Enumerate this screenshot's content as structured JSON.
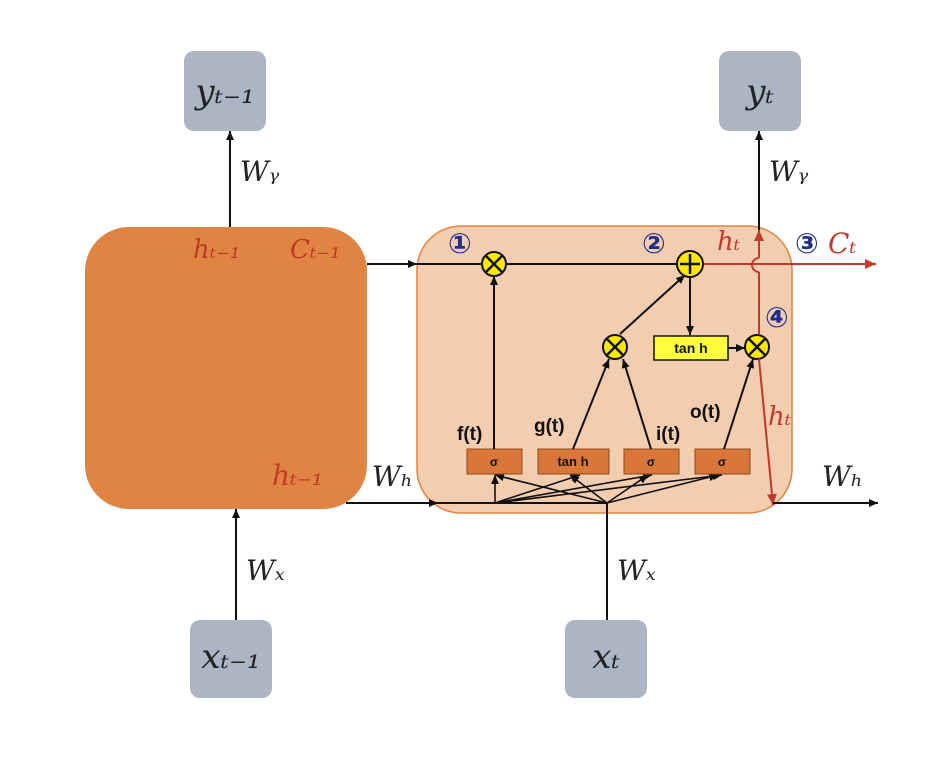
{
  "colors": {
    "prev_cell_fill": "#E08443",
    "cell_fill": "#F2CDB0",
    "cell_stroke": "#E08443",
    "gate_fill": "#D9773A",
    "io_box_fill": "#ABB5C4",
    "accent_red": "#C0392B",
    "tanh_fill": "#FFFF3C",
    "op_fill": "#FFE800",
    "marker_color": "#1F2F8A"
  },
  "prev": {
    "y_label": "yₜ₋₁",
    "x_label": "xₜ₋₁",
    "wy": "Wᵧ",
    "wx": "Wₓ",
    "h_top": "hₜ₋₁",
    "c_top": "Cₜ₋₁",
    "h_bottom": "hₜ₋₁"
  },
  "current": {
    "y_label": "yₜ",
    "x_label": "xₜ",
    "wy": "Wᵧ",
    "wx": "Wₓ",
    "wh_in": "Wₕ",
    "wh_out": "Wₕ",
    "h_top": "hₜ",
    "h_right": "hₜ",
    "c_out": "Cₜ"
  },
  "gates": {
    "f_label": "f(t)",
    "g_label": "g(t)",
    "i_label": "i(t)",
    "o_label": "o(t)",
    "f_box": "σ",
    "g_box": "tan h",
    "i_box": "σ",
    "o_box": "σ"
  },
  "tanh_box": "tan h",
  "markers": [
    "①",
    "②",
    "③",
    "④"
  ],
  "icons": [
    "multiply-icon",
    "add-icon"
  ]
}
